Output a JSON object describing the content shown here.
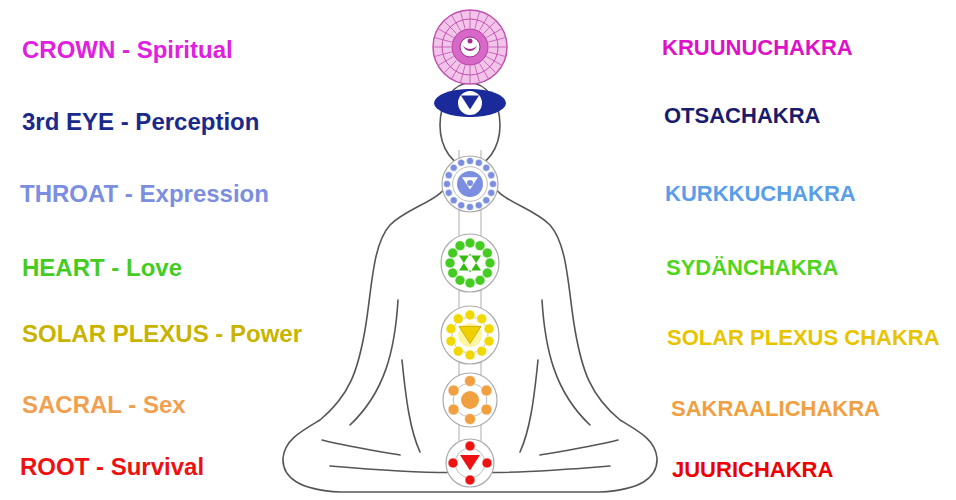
{
  "diagram": {
    "labels": [
      "CROWN - Spiritual",
      "KRUUNUCHAKRA",
      "3rd EYE - Perception",
      "OTSACHAKRA",
      "THROAT - Expression",
      "KURKKUCHAKRA",
      "HEART - Love",
      "SYDÄNCHAKRA",
      "SOLAR PLEXUS - Power",
      "SOLAR PLEXUS CHAKRA",
      "SACRAL - Sex",
      "SAKRAALICHAKRA",
      "ROOT - Survival",
      "JUURICHAKRA"
    ]
  }
}
